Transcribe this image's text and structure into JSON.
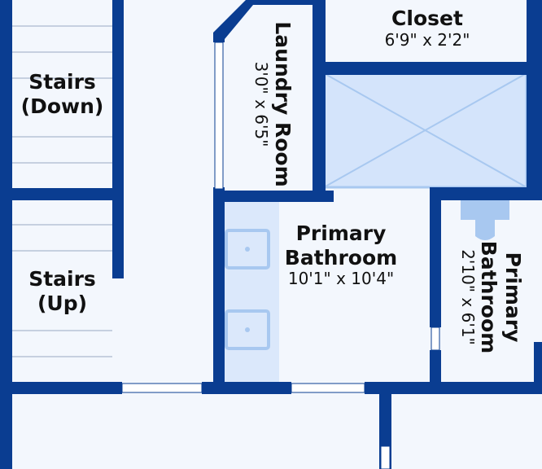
{
  "colors": {
    "wall": "#0a3d91",
    "floor": "#f3f7fd",
    "fixture": "#a8c8f0",
    "shower": "#d4e4fb",
    "door": "#ffffff"
  },
  "rooms": {
    "closet": {
      "name": "Closet",
      "dims": "6'9\" x 2'2\""
    },
    "laundry": {
      "name": "Laundry Room",
      "dims": "3'0\" x 6'5\""
    },
    "stairs_down": {
      "line1": "Stairs",
      "line2": "(Down)"
    },
    "stairs_up": {
      "line1": "Stairs",
      "line2": "(Up)"
    },
    "primary_bathroom": {
      "line1": "Primary",
      "line2": "Bathroom",
      "dims": "10'1\" x 10'4\""
    },
    "primary_bathroom_small": {
      "line1": "Primary",
      "line2": "Bathroom",
      "dims": "2'10\" x 6'1\""
    }
  }
}
